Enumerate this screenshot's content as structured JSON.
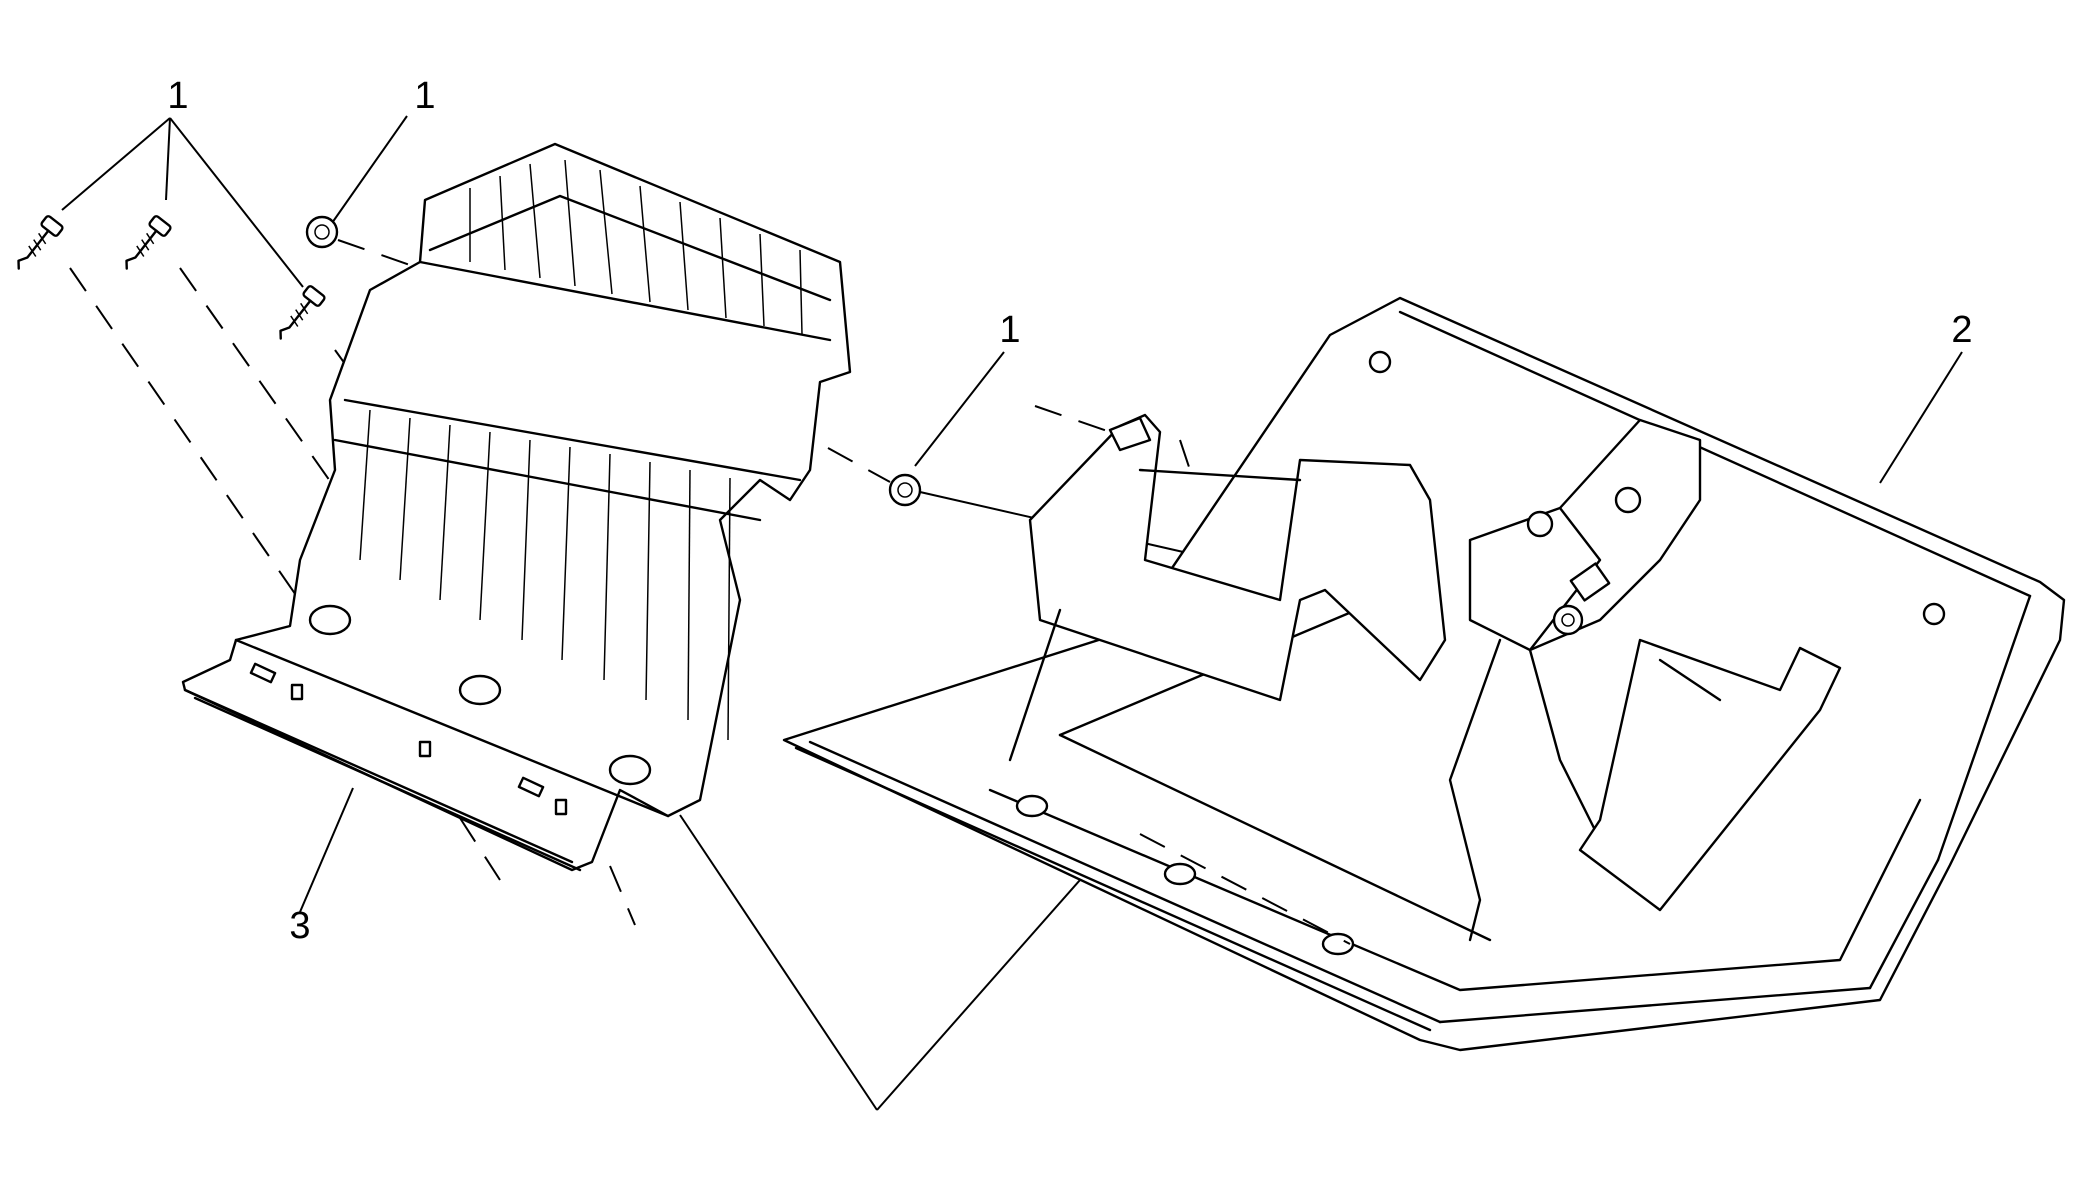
{
  "callouts": {
    "fastener_screws": "1",
    "fastener_nut_top": "1",
    "fastener_nut_mid": "1",
    "glovebox_door": "2",
    "glovebox_liner": "3"
  }
}
